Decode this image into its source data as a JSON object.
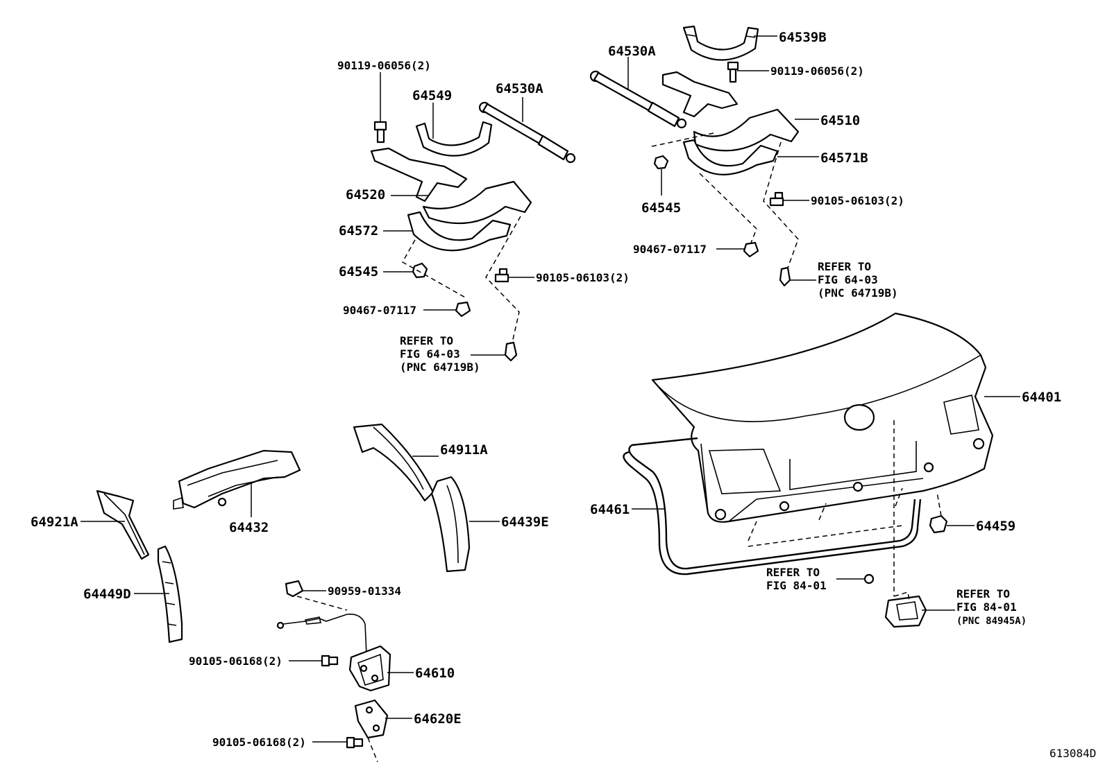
{
  "labels": {
    "p64539B": "64539B",
    "p64530A_r": "64530A",
    "p90119_r": "90119-06056(2)",
    "p64510": "64510",
    "p64571B": "64571B",
    "p64545_r": "64545",
    "p90105_06103_r": "90105-06103(2)",
    "p90467_r": "90467-07117",
    "p90119_l": "90119-06056(2)",
    "p64549": "64549",
    "p64530A_l": "64530A",
    "p64520": "64520",
    "p64572": "64572",
    "p64545_l": "64545",
    "p90105_06103_l": "90105-06103(2)",
    "p90467_l": "90467-07117",
    "p64401": "64401",
    "p64461": "64461",
    "p64459": "64459",
    "p64911A": "64911A",
    "p64439E": "64439E",
    "p64432": "64432",
    "p64921A": "64921A",
    "p64449D": "64449D",
    "p90959": "90959-01334",
    "p90105_06168_a": "90105-06168(2)",
    "p64610": "64610",
    "p64620E": "64620E",
    "p90105_06168_b": "90105-06168(2)"
  },
  "references": {
    "ref_r": [
      "REFER TO",
      "FIG 64-03",
      "(PNC 64719B)"
    ],
    "ref_l": [
      "REFER TO",
      "FIG 64-03",
      "(PNC 64719B)"
    ],
    "ref_84_a": [
      "REFER TO",
      "FIG 84-01"
    ],
    "ref_84_b": [
      "REFER TO",
      "FIG 84-01",
      "(PNC 84945A)"
    ]
  },
  "figure_code": "613084D"
}
